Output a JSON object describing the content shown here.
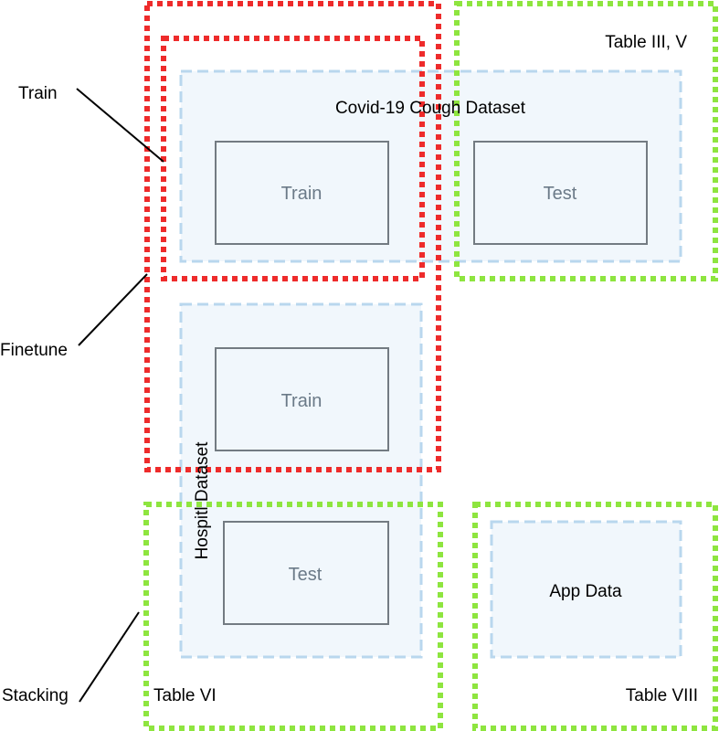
{
  "labels": {
    "train_side": "Train",
    "finetune_side": "Finetune",
    "stacking_side": "Stacking",
    "covid_dataset": "Covid-19 Cough Dataset",
    "hospital_dataset": "Hospitl Dataset",
    "covid_train": "Train",
    "covid_test": "Test",
    "hospital_train": "Train",
    "hospital_test": "Test",
    "app_data": "App Data",
    "table_iii_v": "Table III, V",
    "table_vi": "Table VI",
    "table_viii": "Table VIII"
  },
  "colors": {
    "red": "#ee2b2b",
    "green": "#8ee53f",
    "dataset_border": "#b9d7ee",
    "dataset_fill": "#f1f7fc",
    "box_border": "#737b82",
    "inner_text": "#6b7a88"
  }
}
